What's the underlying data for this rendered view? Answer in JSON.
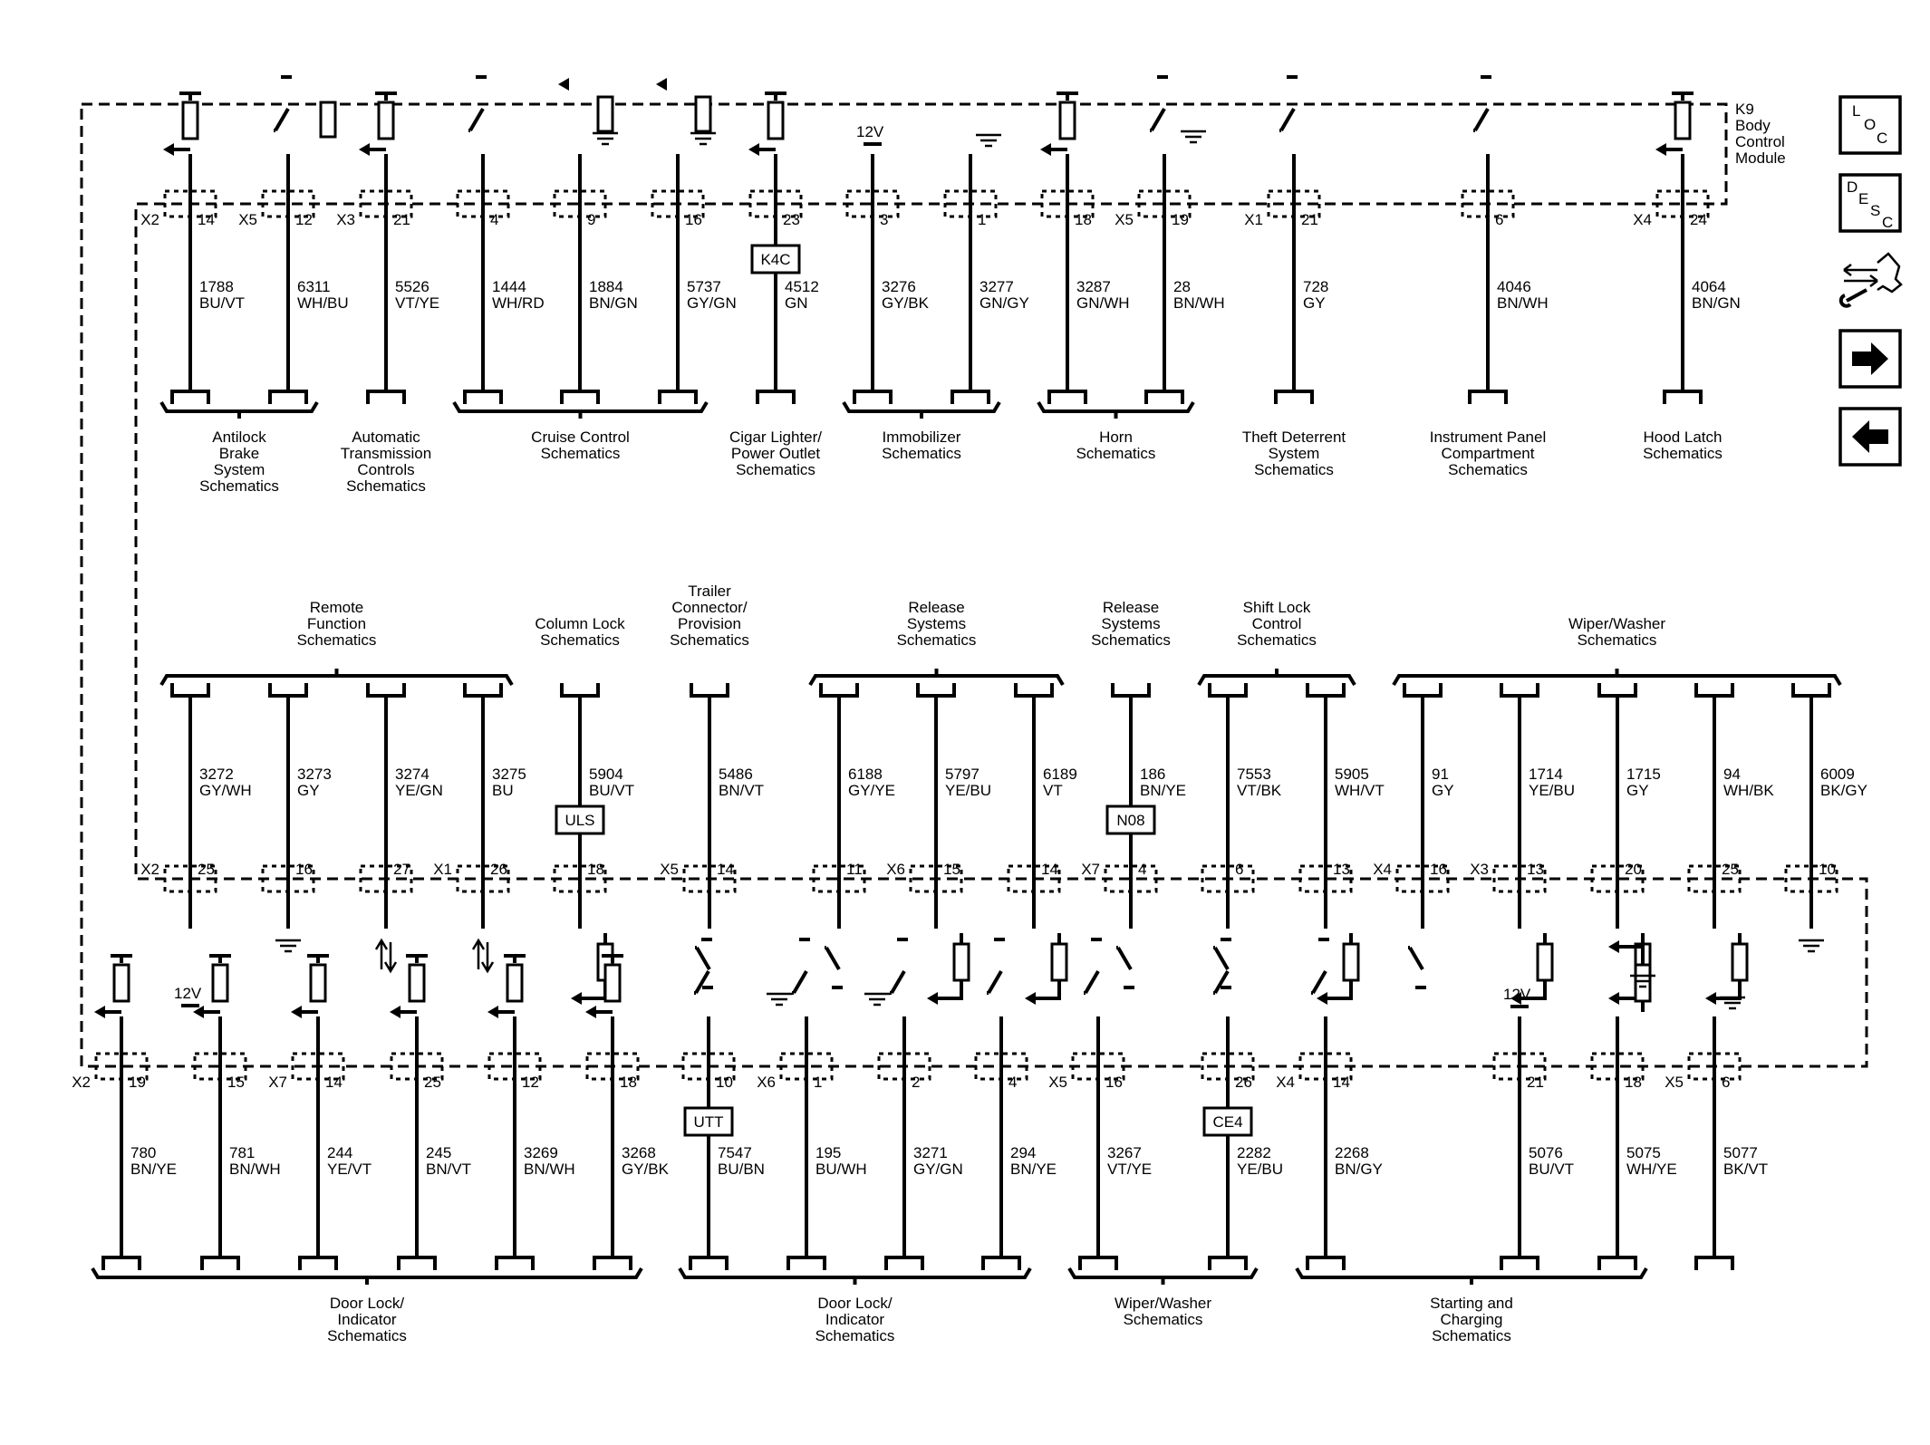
{
  "module": {
    "lines": [
      "K9",
      "Body",
      "Control",
      "Module"
    ]
  },
  "nav": {
    "loc": {
      "letters": [
        "L",
        "O",
        "C"
      ]
    },
    "desc": {
      "letters": [
        "D",
        "E",
        "S",
        "C"
      ]
    },
    "icons": [
      "component-view-icon",
      "next-page-arrow-icon",
      "previous-page-arrow-icon"
    ]
  },
  "rows": [
    {
      "wires": [
        {
          "conn": "X2",
          "pin": "14",
          "circuit": "1788",
          "color": "BU/VT",
          "src": "pullup-left"
        },
        {
          "conn": "X5",
          "pin": "12",
          "circuit": "6311",
          "color": "WH/BU",
          "src": "switch-res"
        },
        {
          "conn": "X3",
          "pin": "21",
          "circuit": "5526",
          "color": "VT/YE",
          "src": "pullup-left"
        },
        {
          "conn": "",
          "pin": "4",
          "circuit": "1444",
          "color": "WH/RD",
          "src": "switch"
        },
        {
          "conn": "",
          "pin": "9",
          "circuit": "1884",
          "color": "BN/GN",
          "src": "out-ground"
        },
        {
          "conn": "",
          "pin": "16",
          "circuit": "5737",
          "color": "GY/GN",
          "src": "out-ground"
        },
        {
          "conn": "",
          "pin": "23",
          "circuit": "4512",
          "color": "GN",
          "src": "pullup-left",
          "option": "K4C"
        },
        {
          "conn": "",
          "pin": "3",
          "circuit": "3276",
          "color": "GY/BK",
          "src": "v12",
          "supply": "12V"
        },
        {
          "conn": "",
          "pin": "1",
          "circuit": "3277",
          "color": "GN/GY",
          "src": "ground"
        },
        {
          "conn": "",
          "pin": "18",
          "circuit": "3287",
          "color": "GN/WH",
          "src": "pullup-left"
        },
        {
          "conn": "X5",
          "pin": "19",
          "circuit": "28",
          "color": "BN/WH",
          "src": "switch-ground"
        },
        {
          "conn": "X1",
          "pin": "21",
          "circuit": "728",
          "color": "GY",
          "src": "switch"
        },
        {
          "conn": "",
          "pin": "6",
          "circuit": "4046",
          "color": "BN/WH",
          "src": "switch"
        },
        {
          "conn": "X4",
          "pin": "24",
          "circuit": "4064",
          "color": "BN/GN",
          "src": "pullup-left"
        }
      ],
      "groups": [
        {
          "lines": [
            "Antilock",
            "Brake",
            "System",
            "Schematics"
          ]
        },
        {
          "lines": [
            "Automatic",
            "Transmission",
            "Controls",
            "Schematics"
          ]
        },
        {
          "lines": [
            "Cruise Control",
            "Schematics"
          ]
        },
        {
          "lines": [
            "Cigar Lighter/",
            "Power Outlet",
            "Schematics"
          ]
        },
        {
          "lines": [
            "Immobilizer",
            "Schematics"
          ]
        },
        {
          "lines": [
            "Horn",
            "Schematics"
          ]
        },
        {
          "lines": [
            "Theft Deterrent",
            "System",
            "Schematics"
          ]
        },
        {
          "lines": [
            "Instrument Panel",
            "Compartment",
            "Schematics"
          ]
        },
        {
          "lines": [
            "Hood Latch",
            "Schematics"
          ]
        }
      ]
    },
    {
      "wires": [
        {
          "conn": "X2",
          "pin": "25",
          "circuit": "3272",
          "color": "GY/WH",
          "src": "v12",
          "supply": "12V"
        },
        {
          "conn": "",
          "pin": "16",
          "circuit": "3273",
          "color": "GY",
          "src": "ground"
        },
        {
          "conn": "",
          "pin": "27",
          "circuit": "3274",
          "color": "YE/GN",
          "src": "serial"
        },
        {
          "conn": "X1",
          "pin": "26",
          "circuit": "3275",
          "color": "BU",
          "src": "serial"
        },
        {
          "conn": "",
          "pin": "18",
          "circuit": "5904",
          "color": "BU/VT",
          "src": "out-res",
          "option": "ULS"
        },
        {
          "conn": "X5",
          "pin": "14",
          "circuit": "5486",
          "color": "BN/VT",
          "src": "switch"
        },
        {
          "conn": "",
          "pin": "11",
          "circuit": "6188",
          "color": "GY/YE",
          "src": "switch"
        },
        {
          "conn": "X6",
          "pin": "15",
          "circuit": "5797",
          "color": "YE/BU",
          "src": "out-res"
        },
        {
          "conn": "",
          "pin": "14",
          "circuit": "6189",
          "color": "VT",
          "src": "out-res"
        },
        {
          "conn": "X7",
          "pin": "4",
          "circuit": "186",
          "color": "BN/YE",
          "src": "switch",
          "option": "N08"
        },
        {
          "conn": "",
          "pin": "6",
          "circuit": "7553",
          "color": "VT/BK",
          "src": "switch"
        },
        {
          "conn": "",
          "pin": "13",
          "circuit": "5905",
          "color": "WH/VT",
          "src": "out-res"
        },
        {
          "conn": "X4",
          "pin": "16",
          "circuit": "91",
          "color": "GY",
          "src": "switch"
        },
        {
          "conn": "X3",
          "pin": "13",
          "circuit": "1714",
          "color": "YE/BU",
          "src": "out-res"
        },
        {
          "conn": "",
          "pin": "20",
          "circuit": "1715",
          "color": "GY",
          "src": "out-res"
        },
        {
          "conn": "",
          "pin": "25",
          "circuit": "94",
          "color": "WH/BK",
          "src": "out-res"
        },
        {
          "conn": "",
          "pin": "10",
          "circuit": "6009",
          "color": "BK/GY",
          "src": "ground"
        }
      ],
      "groups": [
        {
          "lines": [
            "Remote",
            "Function",
            "Schematics"
          ]
        },
        {
          "lines": [
            "Column Lock",
            "Schematics"
          ]
        },
        {
          "lines": [
            "Trailer",
            "Connector/",
            "Provision",
            "Schematics"
          ]
        },
        {
          "lines": [
            "Release",
            "Systems",
            "Schematics"
          ]
        },
        {
          "lines": [
            "Release",
            "Systems",
            "Schematics"
          ]
        },
        {
          "lines": [
            "Shift Lock",
            "Control",
            "Schematics"
          ]
        },
        {
          "lines": [
            "Wiper/Washer",
            "Schematics"
          ]
        }
      ]
    },
    {
      "wires": [
        {
          "conn": "X2",
          "pin": "19",
          "circuit": "780",
          "color": "BN/YE",
          "src": "pullup-left"
        },
        {
          "conn": "",
          "pin": "15",
          "circuit": "781",
          "color": "BN/WH",
          "src": "pullup-left"
        },
        {
          "conn": "X7",
          "pin": "14",
          "circuit": "244",
          "color": "YE/VT",
          "src": "pullup-left"
        },
        {
          "conn": "",
          "pin": "25",
          "circuit": "245",
          "color": "BN/VT",
          "src": "pullup-left"
        },
        {
          "conn": "",
          "pin": "12",
          "circuit": "3269",
          "color": "BN/WH",
          "src": "pullup-left"
        },
        {
          "conn": "",
          "pin": "18",
          "circuit": "3268",
          "color": "GY/BK",
          "src": "pullup-left"
        },
        {
          "conn": "",
          "pin": "10",
          "circuit": "7547",
          "color": "BU/BN",
          "src": "switch",
          "option": "UTT"
        },
        {
          "conn": "X6",
          "pin": "1",
          "circuit": "195",
          "color": "BU/WH",
          "src": "relay-switch"
        },
        {
          "conn": "",
          "pin": "2",
          "circuit": "3271",
          "color": "GY/GN",
          "src": "relay-switch"
        },
        {
          "conn": "",
          "pin": "4",
          "circuit": "294",
          "color": "BN/YE",
          "src": "switch"
        },
        {
          "conn": "X5",
          "pin": "16",
          "circuit": "3267",
          "color": "VT/YE",
          "src": "switch"
        },
        {
          "conn": "",
          "pin": "26",
          "circuit": "2282",
          "color": "YE/BU",
          "src": "switch",
          "option": "CE4"
        },
        {
          "conn": "X4",
          "pin": "14",
          "circuit": "2268",
          "color": "BN/GY",
          "src": "switch"
        },
        {
          "conn": "",
          "pin": "21",
          "circuit": "5076",
          "color": "BU/VT",
          "src": "v12",
          "supply": "12V"
        },
        {
          "conn": "",
          "pin": "18",
          "circuit": "5075",
          "color": "WH/YE",
          "src": "out-res-ground"
        },
        {
          "conn": "X5",
          "pin": "6",
          "circuit": "5077",
          "color": "BK/VT",
          "src": "ground"
        }
      ],
      "groups": [
        {
          "lines": [
            "Door Lock/",
            "Indicator",
            "Schematics"
          ]
        },
        {
          "lines": [
            "Door Lock/",
            "Indicator",
            "Schematics"
          ]
        },
        {
          "lines": [
            "Wiper/Washer",
            "Schematics"
          ]
        },
        {
          "lines": [
            "Starting and",
            "Charging",
            "Schematics"
          ]
        }
      ]
    }
  ]
}
